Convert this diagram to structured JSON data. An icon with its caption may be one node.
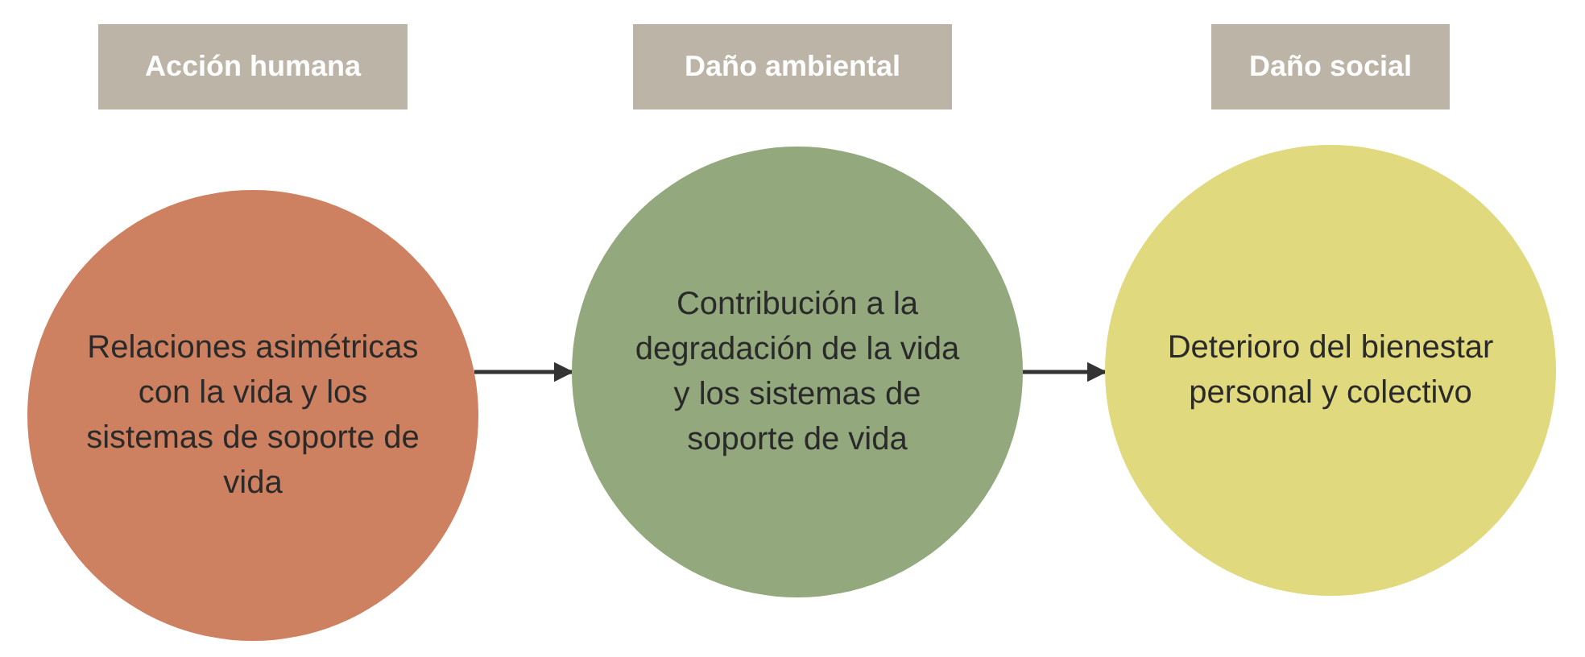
{
  "diagram": {
    "nodes": [
      {
        "text": [
          "Acción humana"
        ]
      },
      {
        "text": [
          "Daño ambiental"
        ]
      },
      {
        "text": [
          "Daño social"
        ]
      },
      {
        "text": [
          "Relaciones asimétricas con la vida y los sistemas de soporte de vida"
        ]
      },
      {
        "text": [
          "Contribución a la degradación de la vida y los sistemas de soporte de vida"
        ]
      },
      {
        "text": [
          "Deterioro del bienestar personal y colectivo"
        ]
      }
    ],
    "edges": [
      {
        "from": 3,
        "to": 4,
        "arrow": "to"
      },
      {
        "from": 4,
        "to": 5,
        "arrow": "to"
      }
    ]
  }
}
